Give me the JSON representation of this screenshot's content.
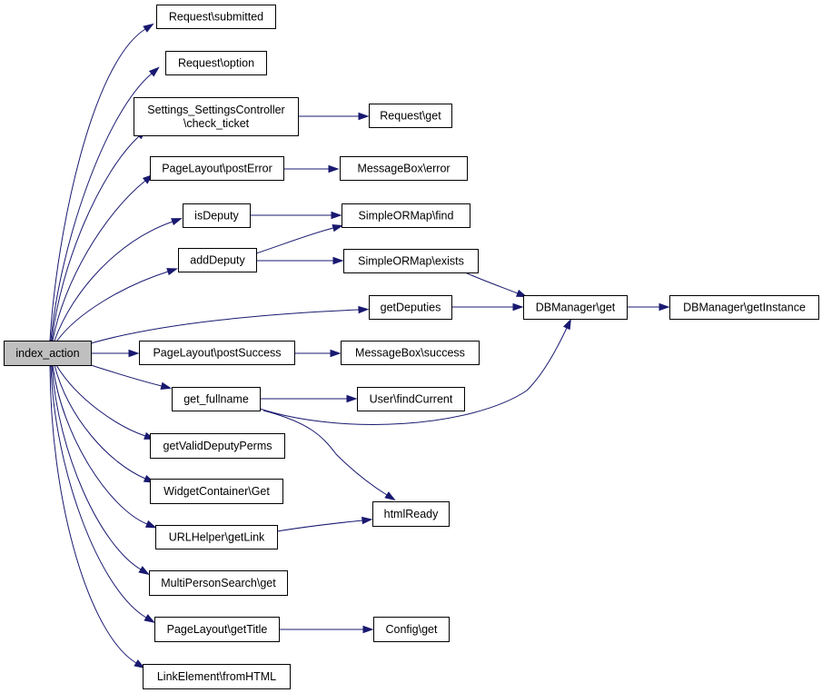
{
  "diagram": {
    "colors": {
      "edge": "#191970",
      "root_fill": "#bfbfbf",
      "node_fill": "#ffffff",
      "border": "#000000"
    },
    "nodes": [
      {
        "id": "index_action",
        "lines": [
          "index_action"
        ],
        "root": true
      },
      {
        "id": "req_submitted",
        "lines": [
          "Request\\submitted"
        ]
      },
      {
        "id": "req_option",
        "lines": [
          "Request\\option"
        ]
      },
      {
        "id": "settings_check",
        "lines": [
          "Settings_SettingsController",
          "\\check_ticket"
        ]
      },
      {
        "id": "req_get",
        "lines": [
          "Request\\get"
        ]
      },
      {
        "id": "pl_posterror",
        "lines": [
          "PageLayout\\postError"
        ]
      },
      {
        "id": "mb_error",
        "lines": [
          "MessageBox\\error"
        ]
      },
      {
        "id": "isdeputy",
        "lines": [
          "isDeputy"
        ]
      },
      {
        "id": "som_find",
        "lines": [
          "SimpleORMap\\find"
        ]
      },
      {
        "id": "adddeputy",
        "lines": [
          "addDeputy"
        ]
      },
      {
        "id": "som_exists",
        "lines": [
          "SimpleORMap\\exists"
        ]
      },
      {
        "id": "getdeputies",
        "lines": [
          "getDeputies"
        ]
      },
      {
        "id": "dbm_get",
        "lines": [
          "DBManager\\get"
        ]
      },
      {
        "id": "dbm_getinstance",
        "lines": [
          "DBManager\\getInstance"
        ]
      },
      {
        "id": "pl_postsuccess",
        "lines": [
          "PageLayout\\postSuccess"
        ]
      },
      {
        "id": "mb_success",
        "lines": [
          "MessageBox\\success"
        ]
      },
      {
        "id": "get_fullname",
        "lines": [
          "get_fullname"
        ]
      },
      {
        "id": "user_findcurrent",
        "lines": [
          "User\\findCurrent"
        ]
      },
      {
        "id": "getvaliddeputyperms",
        "lines": [
          "getValidDeputyPerms"
        ]
      },
      {
        "id": "widgetcontainer_get",
        "lines": [
          "WidgetContainer\\Get"
        ]
      },
      {
        "id": "htmlready",
        "lines": [
          "htmlReady"
        ]
      },
      {
        "id": "urlhelper_getlink",
        "lines": [
          "URLHelper\\getLink"
        ]
      },
      {
        "id": "mps_get",
        "lines": [
          "MultiPersonSearch\\get"
        ]
      },
      {
        "id": "pl_gettitle",
        "lines": [
          "PageLayout\\getTitle"
        ]
      },
      {
        "id": "config_get",
        "lines": [
          "Config\\get"
        ]
      },
      {
        "id": "linkelement_fromhtml",
        "lines": [
          "LinkElement\\fromHTML"
        ]
      }
    ],
    "edges": [
      [
        "index_action",
        "req_submitted"
      ],
      [
        "index_action",
        "req_option"
      ],
      [
        "index_action",
        "settings_check"
      ],
      [
        "settings_check",
        "req_get"
      ],
      [
        "index_action",
        "pl_posterror"
      ],
      [
        "pl_posterror",
        "mb_error"
      ],
      [
        "index_action",
        "isdeputy"
      ],
      [
        "isdeputy",
        "som_find"
      ],
      [
        "index_action",
        "adddeputy"
      ],
      [
        "adddeputy",
        "som_find"
      ],
      [
        "adddeputy",
        "som_exists"
      ],
      [
        "som_exists",
        "dbm_get"
      ],
      [
        "index_action",
        "getdeputies"
      ],
      [
        "getdeputies",
        "dbm_get"
      ],
      [
        "dbm_get",
        "dbm_getinstance"
      ],
      [
        "index_action",
        "pl_postsuccess"
      ],
      [
        "pl_postsuccess",
        "mb_success"
      ],
      [
        "index_action",
        "get_fullname"
      ],
      [
        "get_fullname",
        "user_findcurrent"
      ],
      [
        "get_fullname",
        "dbm_get"
      ],
      [
        "get_fullname",
        "htmlready"
      ],
      [
        "index_action",
        "getvaliddeputyperms"
      ],
      [
        "index_action",
        "widgetcontainer_get"
      ],
      [
        "index_action",
        "urlhelper_getlink"
      ],
      [
        "urlhelper_getlink",
        "htmlready"
      ],
      [
        "index_action",
        "mps_get"
      ],
      [
        "index_action",
        "pl_gettitle"
      ],
      [
        "pl_gettitle",
        "config_get"
      ],
      [
        "index_action",
        "linkelement_fromhtml"
      ]
    ]
  }
}
